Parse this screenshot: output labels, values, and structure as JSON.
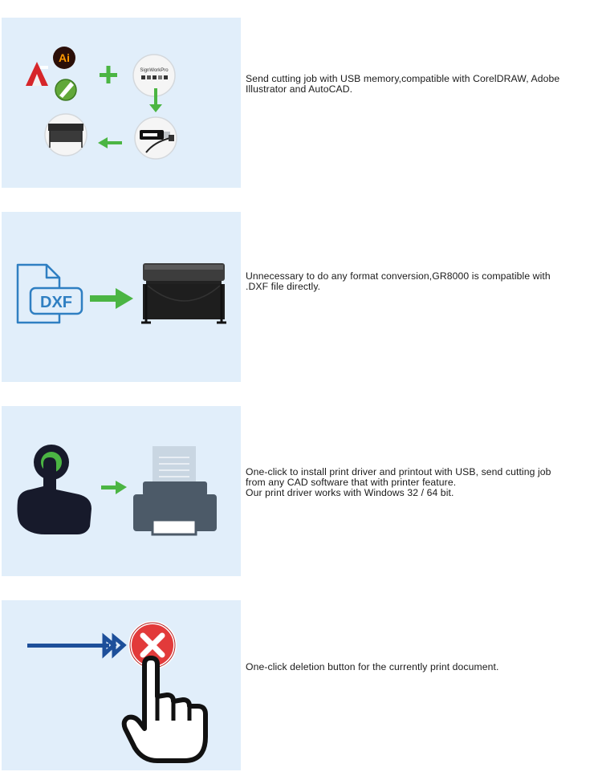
{
  "features": [
    {
      "id": "usb",
      "lines": [
        "Send cutting job with USB memory,compatible with CorelDRAW, Adobe",
        "Illustrator and AutoCAD."
      ],
      "ai_logo_text": "Ai",
      "signworkpro_text": "SignWorkPro"
    },
    {
      "id": "dxf",
      "lines": [
        "Unnecessary to do any format conversion,GR8000 is compatible with",
        ".DXF file directly."
      ],
      "file_label": "DXF"
    },
    {
      "id": "driver",
      "lines": [
        "One-click to install print driver and printout with USB, send cutting job",
        "from any CAD software that with printer feature.",
        "Our print driver works with Windows 32 / 64 bit."
      ]
    },
    {
      "id": "delete",
      "lines": [
        "One-click deletion button for the currently print document."
      ]
    }
  ],
  "colors": {
    "panel_bg": "#e1eefa",
    "arrow_green": "#4bb543",
    "icon_blue": "#2f7fc2",
    "ai_orange": "#ff9a00",
    "dark": "#171a2b",
    "printer_gray": "#4c5a68",
    "delete_red": "#e23a3a",
    "arrow_navy": "#1d4f9a"
  }
}
